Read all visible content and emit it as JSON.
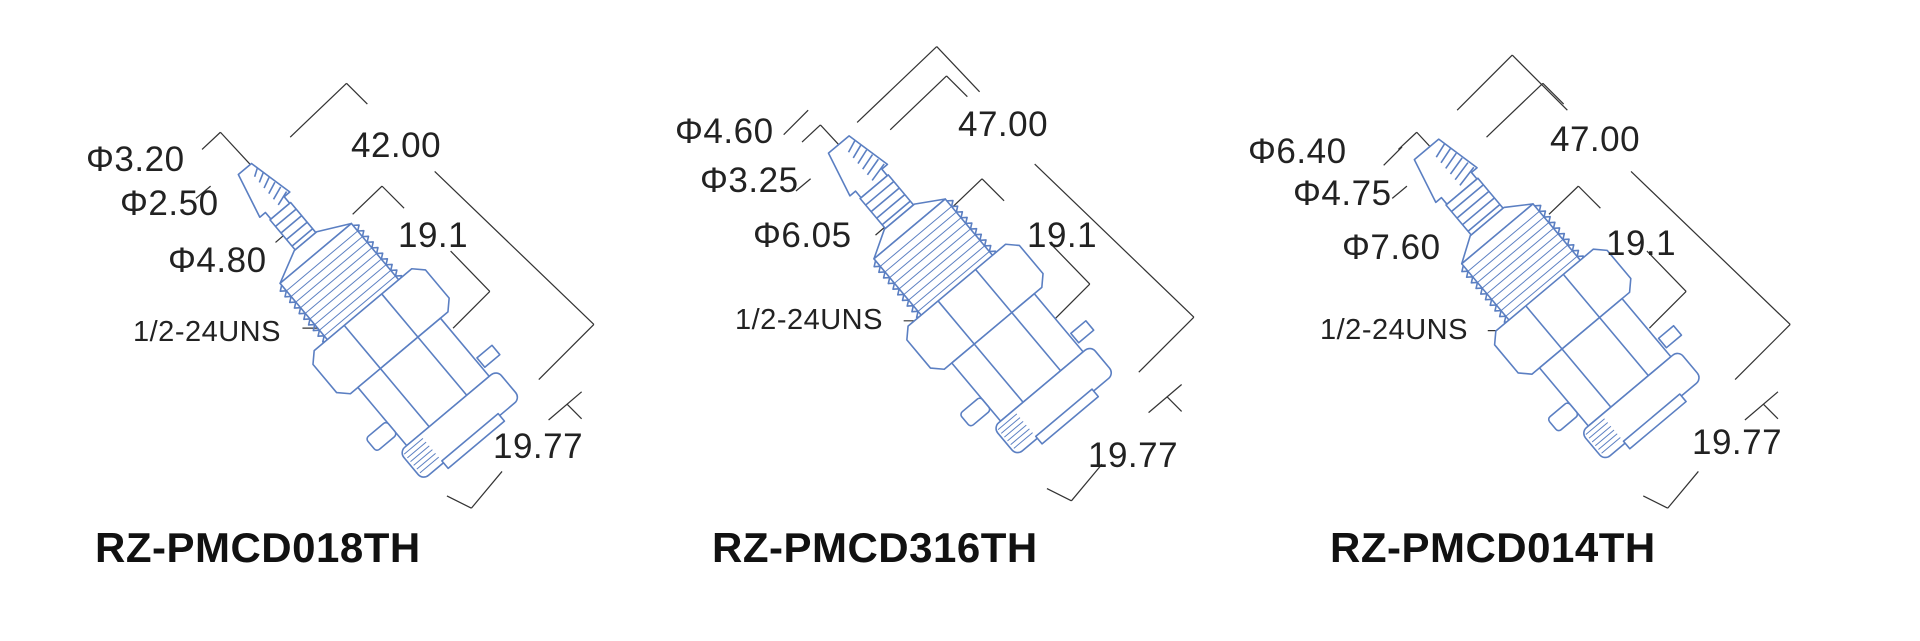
{
  "colors": {
    "part_stroke": "#5b7fc2",
    "dimension_line": "#333333",
    "text": "#222222"
  },
  "parts": [
    {
      "model": "RZ-PMCD018TH",
      "dia_outer": "Φ3.20",
      "dia_inner": "Φ2.50",
      "dia_neck": "Φ4.80",
      "length_total": "42.00",
      "length_body": "19.1",
      "diameter_coupling": "19.77",
      "thread": "1/2-24UNS"
    },
    {
      "model": "RZ-PMCD316TH",
      "dia_outer": "Φ4.60",
      "dia_inner": "Φ3.25",
      "dia_neck": "Φ6.05",
      "length_total": "47.00",
      "length_body": "19.1",
      "diameter_coupling": "19.77",
      "thread": "1/2-24UNS"
    },
    {
      "model": "RZ-PMCD014TH",
      "dia_outer": "Φ6.40",
      "dia_inner": "Φ4.75",
      "dia_neck": "Φ7.60",
      "length_total": "47.00",
      "length_body": "19.1",
      "diameter_coupling": "19.77",
      "thread": "1/2-24UNS"
    }
  ]
}
